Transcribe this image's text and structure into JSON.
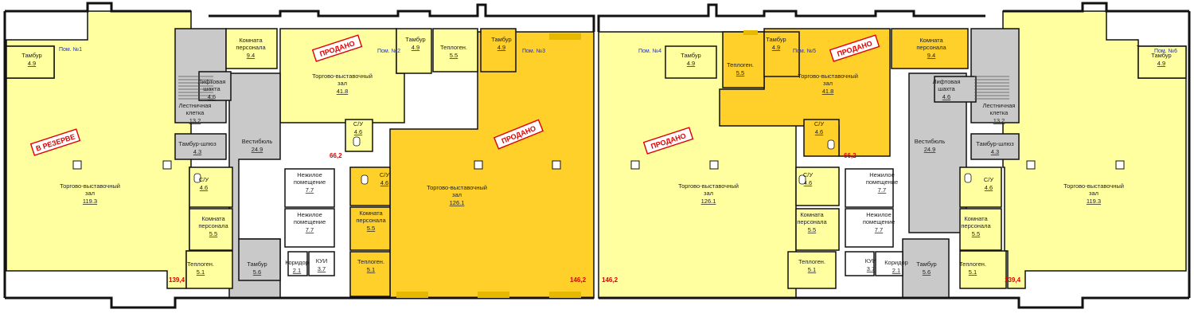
{
  "colors": {
    "available": "#ffffa0",
    "sold": "#ffd02a",
    "common": "#c9c9c9",
    "wall": "#111111",
    "stamp": "#e00000",
    "unit_label": "#1a2fd0"
  },
  "units": [
    {
      "id": "u1",
      "label": "Пом. №1",
      "total": "139,4",
      "status": "В РЕЗЕРВЕ"
    },
    {
      "id": "u2",
      "label": "Пом. №2",
      "total": "66,2",
      "status": "ПРОДАНО"
    },
    {
      "id": "u3",
      "label": "Пом. №3",
      "total": "146,2",
      "status": "ПРОДАНО"
    },
    {
      "id": "u4",
      "label": "Пом. №4",
      "total": "146,2",
      "status": "ПРОДАНО"
    },
    {
      "id": "u5",
      "label": "Пом. №5",
      "total": "66,2",
      "status": "ПРОДАНО"
    },
    {
      "id": "u6",
      "label": "Пом. №6",
      "total": "139,4",
      "status": ""
    }
  ],
  "rooms": [
    {
      "name": "Тамбур",
      "area": "4.9",
      "fill": "available"
    },
    {
      "name": "Торгово-выставочный зал",
      "area": "119.3",
      "fill": "available"
    },
    {
      "name": "С/У",
      "area": "4.6",
      "fill": "available"
    },
    {
      "name": "Комната персонала",
      "area": "5.5",
      "fill": "available"
    },
    {
      "name": "Теплоген.",
      "area": "5.1",
      "fill": "available"
    },
    {
      "name": "Лестничная клетка",
      "area": "13.2",
      "fill": "common"
    },
    {
      "name": "Тамбур-шлюз",
      "area": "4.3",
      "fill": "common"
    },
    {
      "name": "Вестибюль",
      "area": "24.9",
      "fill": "common"
    },
    {
      "name": "Тамбур",
      "area": "5.6",
      "fill": "common"
    },
    {
      "name": "Комната персонала",
      "area": "9.4",
      "fill": "available"
    },
    {
      "name": "Лифтовая шахта",
      "area": "4.6",
      "fill": "common"
    },
    {
      "name": "Нежилое помещение",
      "area": "7.7",
      "fill": "white"
    },
    {
      "name": "Нежилое помещение",
      "area": "7.7",
      "fill": "white"
    },
    {
      "name": "Коридор",
      "area": "2.1",
      "fill": "white"
    },
    {
      "name": "КУИ",
      "area": "3.7",
      "fill": "white"
    },
    {
      "name": "Торгово-выставочный зал",
      "area": "41.8",
      "fill": "available"
    },
    {
      "name": "Тамбур",
      "area": "4.9",
      "fill": "available"
    },
    {
      "name": "Теплоген.",
      "area": "5.5",
      "fill": "available"
    },
    {
      "name": "С/У",
      "area": "4.6",
      "fill": "available"
    },
    {
      "name": "Тамбур",
      "area": "4.9",
      "fill": "sold"
    },
    {
      "name": "Торгово-выставочный зал",
      "area": "126.1",
      "fill": "sold"
    },
    {
      "name": "С/У",
      "area": "4.6",
      "fill": "sold"
    },
    {
      "name": "Комната персонала",
      "area": "5.5",
      "fill": "sold"
    },
    {
      "name": "Теплоген.",
      "area": "5.1",
      "fill": "sold"
    },
    {
      "name": "Тамбур",
      "area": "4.9",
      "fill": "available"
    },
    {
      "name": "Торгово-выставочный зал",
      "area": "126.1",
      "fill": "available"
    },
    {
      "name": "С/У",
      "area": "4.6",
      "fill": "available"
    },
    {
      "name": "Комната персонала",
      "area": "5.5",
      "fill": "available"
    },
    {
      "name": "Теплоген.",
      "area": "5.1",
      "fill": "available"
    },
    {
      "name": "Нежилое помещение",
      "area": "7.7",
      "fill": "white"
    },
    {
      "name": "Нежилое помещение",
      "area": "7.7",
      "fill": "white"
    },
    {
      "name": "КУИ",
      "area": "3.7",
      "fill": "white"
    },
    {
      "name": "Коридор",
      "area": "2.1",
      "fill": "white"
    },
    {
      "name": "Теплоген.",
      "area": "5.5",
      "fill": "sold"
    },
    {
      "name": "Тамбур",
      "area": "4.9",
      "fill": "sold"
    },
    {
      "name": "Торгово-выставочный зал",
      "area": "41.8",
      "fill": "sold"
    },
    {
      "name": "Комната персонала",
      "area": "9.4",
      "fill": "sold"
    },
    {
      "name": "С/У",
      "area": "4.6",
      "fill": "sold"
    },
    {
      "name": "Вестибюль",
      "area": "24.9",
      "fill": "common"
    },
    {
      "name": "Лифтовая шахта",
      "area": "4.6",
      "fill": "common"
    },
    {
      "name": "Тамбур",
      "area": "5.6",
      "fill": "common"
    },
    {
      "name": "Лестничная клетка",
      "area": "13.2",
      "fill": "common"
    },
    {
      "name": "Тамбур-шлюз",
      "area": "4.3",
      "fill": "common"
    },
    {
      "name": "С/У",
      "area": "4.6",
      "fill": "available"
    },
    {
      "name": "Комната персонала",
      "area": "5.5",
      "fill": "available"
    },
    {
      "name": "Теплоген.",
      "area": "5.1",
      "fill": "available"
    },
    {
      "name": "Тамбур",
      "area": "4.9",
      "fill": "available"
    },
    {
      "name": "Торгово-выставочный зал",
      "area": "119.3",
      "fill": "available"
    }
  ]
}
